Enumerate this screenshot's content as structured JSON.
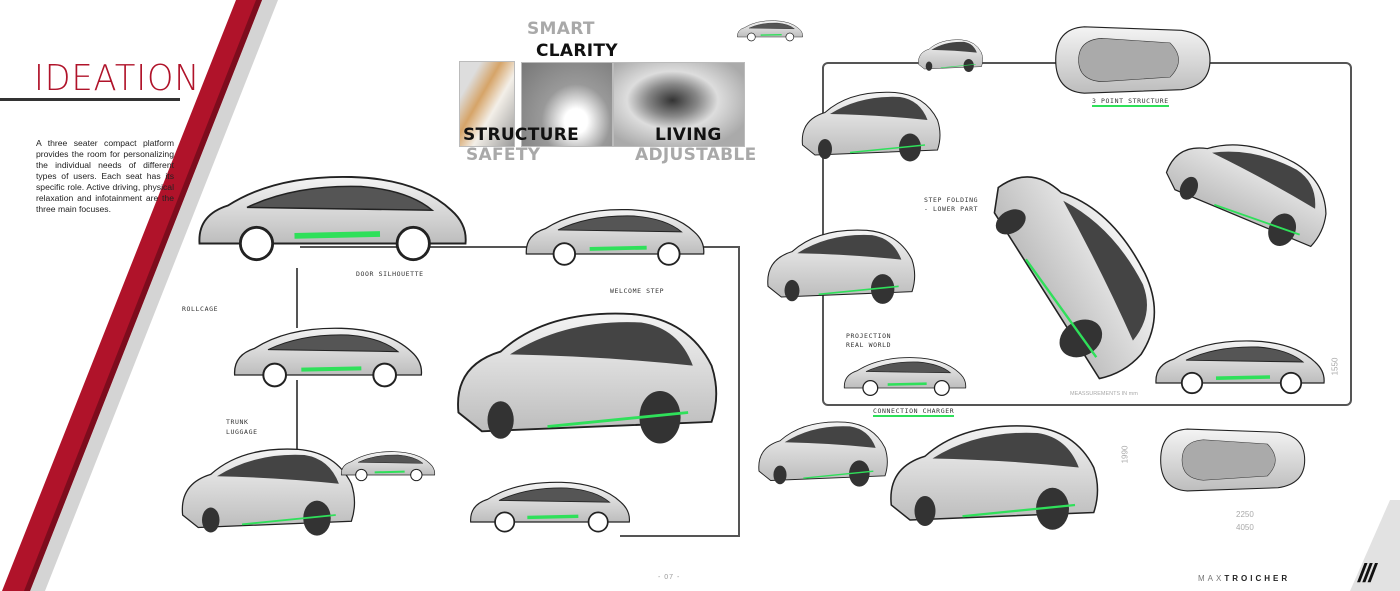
{
  "header": {
    "title": "IDEATION"
  },
  "intro_text": "A three seater compact platform provides the room for personalizing the individual needs of different types of users. Each seat has its specific role. Active driving, physical relaxation and infotainment are the three main focuses.",
  "moodboard": {
    "words": {
      "smart": "SMART",
      "clarity": "CLARITY",
      "structure": "STRUCTURE",
      "safety": "SAFETY",
      "living": "LIVING",
      "adjustable": "ADJUSTABLE"
    }
  },
  "annotations": {
    "door_silhouette": "Door silhouette",
    "welcome_step": "Welcome step",
    "trunk": "Trunk",
    "luggage": "Luggage",
    "roll_cage": "Rollcage",
    "step_folding": "Step folding",
    "lower_part": "- lower part",
    "three_point_structure": "3 point structure",
    "projection": "Projection",
    "real_world": "real world",
    "connection_charger": "connection charger",
    "measurements": "MEASSUREMENTS IN mm"
  },
  "dimensions": {
    "height": "1550",
    "width": "1990",
    "wheelbase": "2250",
    "length": "4050"
  },
  "footer": {
    "page": "- 07 -",
    "brand_light": "MAX",
    "brand_bold": "TROICHER",
    "mark": "///"
  },
  "colors": {
    "accent_red": "#b0132a",
    "highlight_green": "#2fe05a"
  }
}
